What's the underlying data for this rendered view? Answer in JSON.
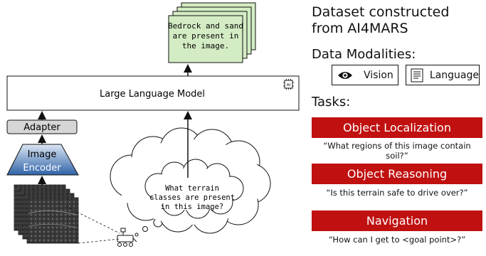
{
  "output_text": [
    "Bedrock and sand",
    "are present in",
    "the image."
  ],
  "llm_label": "Large Language Model",
  "adapter_label": "Adapter",
  "encoder_label": [
    "Image",
    "Encoder"
  ],
  "question_text": [
    "What terrain",
    "classes are present",
    "in this image?"
  ],
  "chip_label": "AI",
  "dataset_title": "Dataset constructed from AI4MARS",
  "modalities": {
    "title": "Data Modalities:",
    "items": [
      {
        "label": "Vision",
        "icon": "eye-icon"
      },
      {
        "label": "Language",
        "icon": "document-icon"
      }
    ]
  },
  "tasks": {
    "title": "Tasks:",
    "items": [
      {
        "label": "Object Localization",
        "question": "“What regions of this image contain soil?”"
      },
      {
        "label": "Object Reasoning",
        "question": "“Is this terrain safe to drive over?”"
      },
      {
        "label": "Navigation",
        "question": "“How can I get to <goal point>?”"
      }
    ]
  },
  "colors": {
    "output_fill": "#d3ecc4",
    "adapter_fill": "#d6d6d6",
    "encoder_top": "#dbe6f3",
    "encoder_bottom": "#2f63a8",
    "task_red": "#c01010"
  }
}
